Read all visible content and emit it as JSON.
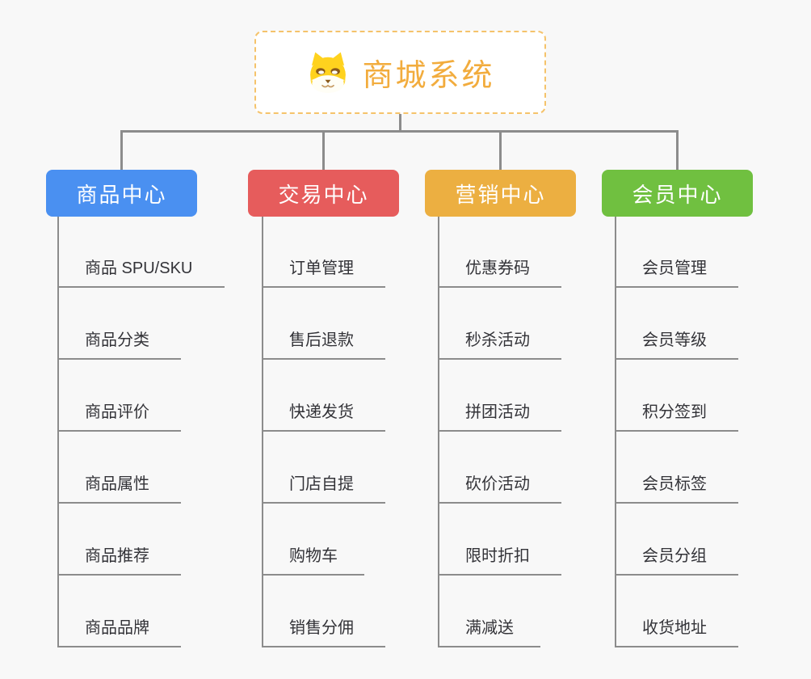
{
  "page": {
    "background": "#F8F8F8",
    "connector_color": "#8C8C8C",
    "item_text_color": "#333338"
  },
  "root": {
    "title": "商城系统",
    "icon": "dog-face-icon",
    "text_color": "#F2AC3D",
    "border_color": "#F5C36B"
  },
  "branches": [
    {
      "label": "商品中心",
      "color": "#4A90F1",
      "items": [
        "商品 SPU/SKU",
        "商品分类",
        "商品评价",
        "商品属性",
        "商品推荐",
        "商品品牌"
      ]
    },
    {
      "label": "交易中心",
      "color": "#E65C5C",
      "items": [
        "订单管理",
        "售后退款",
        "快递发货",
        "门店自提",
        "购物车",
        "销售分佣"
      ]
    },
    {
      "label": "营销中心",
      "color": "#ECAF41",
      "items": [
        "优惠券码",
        "秒杀活动",
        "拼团活动",
        "砍价活动",
        "限时折扣",
        "满减送"
      ]
    },
    {
      "label": "会员中心",
      "color": "#70C040",
      "items": [
        "会员管理",
        "会员等级",
        "积分签到",
        "会员标签",
        "会员分组",
        "收货地址"
      ]
    }
  ]
}
